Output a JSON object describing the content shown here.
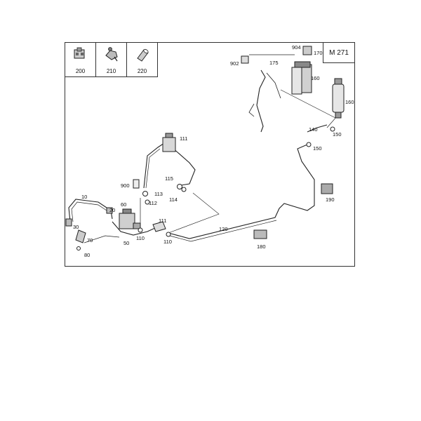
{
  "model": "M 271",
  "insets": [
    {
      "id": "200",
      "label": "200"
    },
    {
      "id": "210",
      "label": "210"
    },
    {
      "id": "220",
      "label": "220"
    }
  ],
  "callouts": [
    {
      "key": "c904",
      "text": "904"
    },
    {
      "key": "c170",
      "text": "170"
    },
    {
      "key": "c902",
      "text": "902"
    },
    {
      "key": "c175",
      "text": "175"
    },
    {
      "key": "c160a",
      "text": "160"
    },
    {
      "key": "c160b",
      "text": "160"
    },
    {
      "key": "c140",
      "text": "140"
    },
    {
      "key": "c150a",
      "text": "150"
    },
    {
      "key": "c150b",
      "text": "150"
    },
    {
      "key": "c111a",
      "text": "111"
    },
    {
      "key": "c900",
      "text": "900"
    },
    {
      "key": "c115",
      "text": "115"
    },
    {
      "key": "c113",
      "text": "113"
    },
    {
      "key": "c112",
      "text": "112"
    },
    {
      "key": "c114",
      "text": "114"
    },
    {
      "key": "c10",
      "text": "10"
    },
    {
      "key": "c60",
      "text": "60"
    },
    {
      "key": "c20",
      "text": "20"
    },
    {
      "key": "c30",
      "text": "30"
    },
    {
      "key": "c111b",
      "text": "111"
    },
    {
      "key": "c110a",
      "text": "110"
    },
    {
      "key": "c110b",
      "text": "110"
    },
    {
      "key": "c50",
      "text": "50"
    },
    {
      "key": "c70",
      "text": "70"
    },
    {
      "key": "c80",
      "text": "80"
    },
    {
      "key": "c120",
      "text": "120"
    },
    {
      "key": "c180",
      "text": "180"
    },
    {
      "key": "c190",
      "text": "190"
    }
  ],
  "colors": {
    "line": "#222222",
    "part_fill": "#e6e6e6",
    "part_dark": "#555555"
  }
}
